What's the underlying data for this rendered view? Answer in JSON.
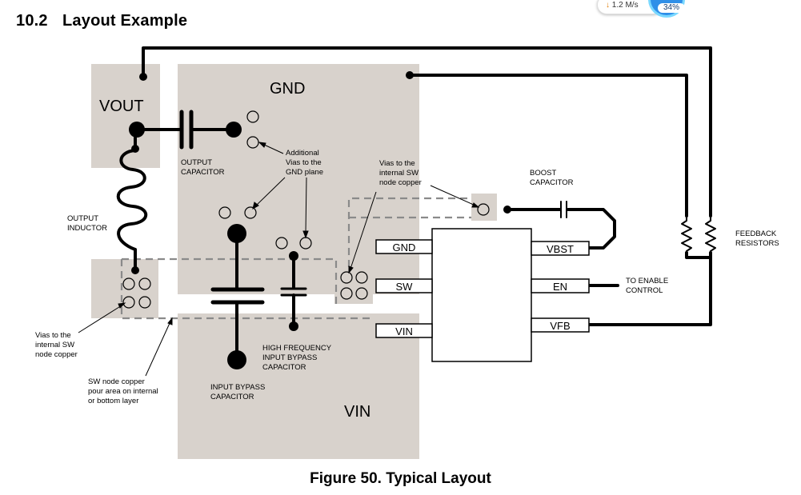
{
  "section": {
    "number": "10.2",
    "title": "Layout Example"
  },
  "net_widget": {
    "speed": "1.2  M/s",
    "arrow": "↓",
    "percent": "34%"
  },
  "diagram": {
    "colors": {
      "copper": "#d8d2cc",
      "trace": "#000000",
      "dash": "#8a8a8a"
    },
    "regions": {
      "vout": "VOUT",
      "gnd": "GND",
      "vin": "VIN"
    },
    "pins_left": [
      "GND",
      "SW",
      "VIN"
    ],
    "pins_right": [
      "VBST",
      "EN",
      "VFB"
    ],
    "labels": {
      "output_capacitor": [
        "OUTPUT",
        "CAPACITOR"
      ],
      "additional_vias": [
        "Additional",
        "Vias to the",
        "GND plane"
      ],
      "vias_sw_internal": [
        "Vias to the",
        "internal SW",
        "node copper"
      ],
      "boost_capacitor": [
        "BOOST",
        "CAPACITOR"
      ],
      "output_inductor": [
        "OUTPUT",
        "INDUCTOR"
      ],
      "feedback_resistors": [
        "FEEDBACK",
        "RESISTORS"
      ],
      "to_enable_control": [
        "TO ENABLE",
        "CONTROL"
      ],
      "vias_sw_left": [
        "Vias to the",
        "internal SW",
        "node copper"
      ],
      "sw_pour": [
        "SW node copper",
        "pour area on internal",
        "or bottom layer"
      ],
      "hf_bypass": [
        "HIGH FREQUENCY",
        "INPUT BYPASS",
        "CAPACITOR"
      ],
      "input_bypass": [
        "INPUT BYPASS",
        "CAPACITOR"
      ]
    }
  },
  "caption": "Figure 50.  Typical Layout"
}
